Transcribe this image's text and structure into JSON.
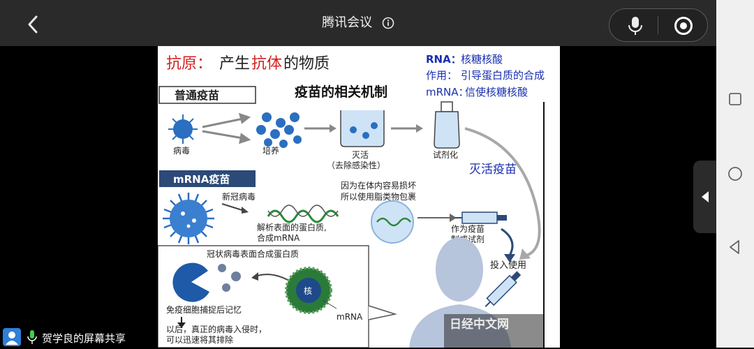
{
  "header": {
    "title": "腾讯会议"
  },
  "status": {
    "share_text": "贺学良的屏幕共享"
  },
  "slide": {
    "antigen_label": "抗原：",
    "antigen_def_1": "产生",
    "antigen_def_2": "抗体",
    "antigen_def_3": "的物质",
    "rna_label": "RNA：",
    "rna_value": "核糖核酸",
    "function_label": "作用：",
    "function_value": "引导蛋白质的合成",
    "mrna_label": "mRNA：",
    "mrna_value": "信使核糖核酸",
    "main_title": "疫苗的相关机制",
    "normal_vaccine_tag": "普通疫苗",
    "virus": "病毒",
    "culture": "培养",
    "inactivate": "灭活",
    "inactivate_note": "（去除感染性）",
    "reagent": "试剂化",
    "inactivated_vaccine": "灭活疫苗",
    "mrna_vaccine_tag": "mRNA疫苗",
    "covid": "新冠病毒",
    "lipid_note_1": "因为在体内容易损坏",
    "lipid_note_2": "所以使用脂类物包裹",
    "analyze_1": "解析表面的蛋白质,",
    "analyze_2": "合成mRNA",
    "as_vaccine_1": "作为疫苗",
    "as_vaccine_2": "制成试剂",
    "put_into_use": "投入使用",
    "surface_protein": "冠状病毒表面合成蛋白质",
    "immune_memory": "免疫细胞捕捉后记忆",
    "nucleus": "核",
    "mrna_small": "mRNA",
    "later_1": "以后，真正的病毒入侵时，",
    "later_2": "可以迅速将其排除",
    "watermark": "日经中文网"
  },
  "colors": {
    "red": "#d42020",
    "blue": "#1a2fb0",
    "navy": "#1f3a6b",
    "virus_blue": "#2a6fc0"
  }
}
